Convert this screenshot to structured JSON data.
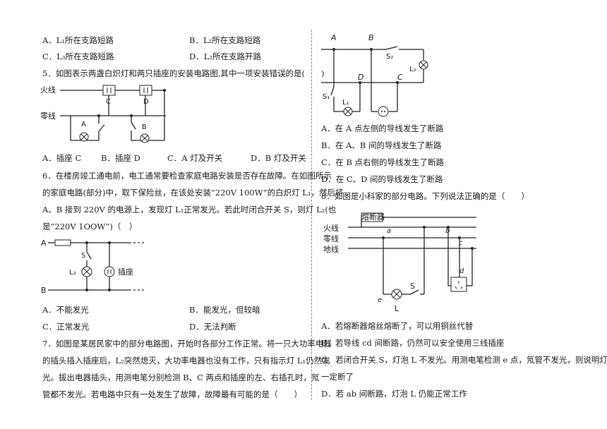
{
  "left": {
    "q4_opts": [
      "A．L₁所在支路短路",
      "B．L₂所在支路短路",
      "C．L₃所在支路短路",
      "D．L₂所在支路开路"
    ],
    "q5": {
      "stem": "5．如图表示两盏白炽灯和两只插座的安装电路图,其中一项安装错误的是(　　)",
      "fig": {
        "live": "火线",
        "neutral": "零线",
        "C": "C",
        "D": "D",
        "A": "A",
        "B": "B"
      },
      "opts": [
        "A．插座 C",
        "B．插座 D",
        "C．A 灯及开关",
        "D．B 灯及开关"
      ]
    },
    "q6": {
      "lines": [
        "6．在楼房竣工通电前，电工通常要检查家庭电路安装是否存在故障。在如图所示",
        "的家庭电路(部分)中，取下保险丝，在该处安装“220V 100W”的白炽灯 L₁，然后将",
        "A、B 接到 220V 的电源上，发现灯 L₁正常发光。若此时闭合开关 S，则灯 L₂(也",
        "是“220V 1OOW”)（　）"
      ],
      "fig": {
        "A": "A",
        "B": "B",
        "S": "S",
        "L2": "L₂",
        "socket": "插座"
      },
      "opts": [
        "A．不能发光",
        "B．能发光，但较暗",
        "C．正常发光",
        "D．无法判断"
      ]
    },
    "q7": {
      "lines": [
        "7．如图是某居民家中的部分电路图，开始时各部分工作正常。将一只大功率电器",
        "的插头插入插座后，L₂突然熄灭，大功率电器也没有工作，只有指示灯 L₁仍然发",
        "光。拔出电器插头，用测电笔分别检测 B、C 两点和插座的左、右插孔时，氖",
        "管都不发光。若电路中只有一处发生了故障，故障最有可能的是（　　）"
      ]
    }
  },
  "right": {
    "q7_fig": {
      "A": "A",
      "B": "B",
      "C": "C",
      "D": "D",
      "S1": "S₁",
      "S2": "S₂",
      "L1": "L₁",
      "L2": "L₂"
    },
    "q7_opts": [
      "A．在 A 点左侧的导线发生了断路",
      "B．在 A、B 间的导线发生了断路",
      "C．在 B 点右侧的导线发生了断路",
      "D．在 C、D 间的导线发生了断路"
    ],
    "q8": {
      "stem": "8．如图是小科家的部分电路。下列说法正确的是（　　）",
      "fig": {
        "fuse": "熔断器",
        "live": "火线",
        "neutral": "零线",
        "ground": "地线",
        "a": "a",
        "b": "b",
        "c": "c",
        "d": "d",
        "e": "e",
        "S": "S",
        "L": "L"
      },
      "opts": [
        "A．若熔断器熔丝熔断了，可以用铜丝代替",
        "B．若导线 cd 间断路，仍然可以安全使用三线插座",
        "C．若闭合开关 S，灯泡 L 不发光。用测电笔检测 e 点，氖管不发光，则说明灯丝",
        "一定断了",
        "D．若 ab 间断路，灯泡 L 仍能正常工作"
      ]
    }
  }
}
